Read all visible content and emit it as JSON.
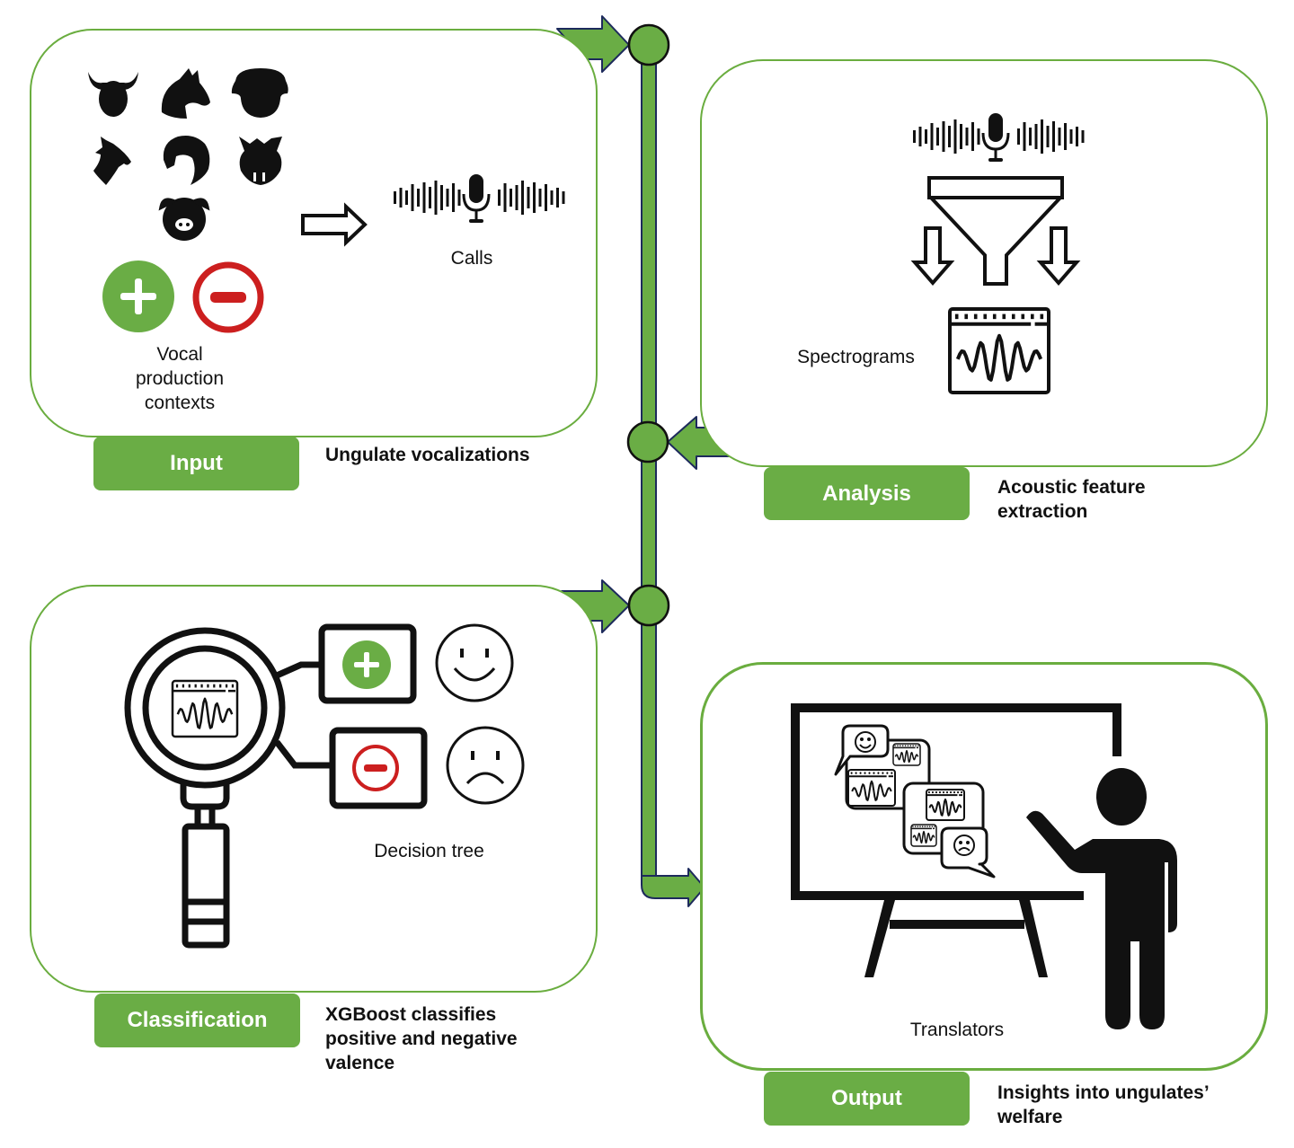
{
  "colors": {
    "accent_green": "#6aad45",
    "card_border": "#6aad3f",
    "connector_outline": "#1d2a5c",
    "negative_red": "#cc1f1f",
    "icon_black": "#111111"
  },
  "stages": [
    {
      "label": "Input",
      "description": "Ungulate vocalizations",
      "items": [
        {
          "label": "Calls",
          "icon": "microphone-waveform-icon"
        },
        {
          "label": "Vocal production contexts",
          "icons": [
            "positive-plus-icon",
            "negative-minus-icon"
          ]
        }
      ],
      "animals": [
        "cattle",
        "horse",
        "sheep",
        "goat",
        "horse-alt",
        "wild-boar",
        "pig"
      ]
    },
    {
      "label": "Analysis",
      "description": "Acoustic feature extraction",
      "items": [
        {
          "label": "Spectrograms",
          "icons": [
            "microphone-waveform-icon",
            "funnel-icon",
            "spectrogram-icon"
          ]
        }
      ]
    },
    {
      "label": "Classification",
      "description": "XGBoost classifies positive and negative valence",
      "items": [
        {
          "label": "Decision tree",
          "icons": [
            "magnifier-icon",
            "positive-plus-icon",
            "negative-minus-icon",
            "smiley-face-icon",
            "sad-face-icon"
          ]
        }
      ]
    },
    {
      "label": "Output",
      "description": "Insights into ungulates’ welfare",
      "items": [
        {
          "label": "Translators",
          "icons": [
            "presentation-board-icon",
            "presenter-person-icon"
          ]
        }
      ]
    }
  ],
  "labels": {
    "calls": "Calls",
    "contexts": "Vocal\nproduction\ncontexts",
    "spectrograms": "Spectrograms",
    "decision_tree": "Decision tree",
    "translators": "Translators"
  }
}
